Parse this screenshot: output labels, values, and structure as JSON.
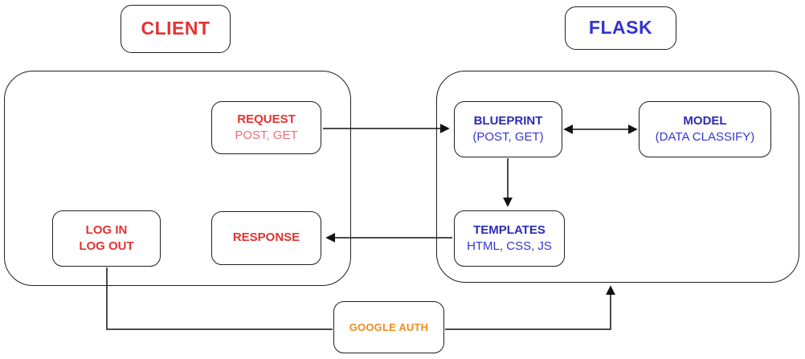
{
  "headers": {
    "client": "CLIENT",
    "flask": "FLASK"
  },
  "client": {
    "request": {
      "title": "REQUEST",
      "subtitle": "POST, GET"
    },
    "response": {
      "title": "RESPONSE"
    },
    "auth": {
      "line1": "LOG IN",
      "line2": "LOG OUT"
    }
  },
  "flask": {
    "blueprint": {
      "title": "BLUEPRINT",
      "subtitle": "(POST, GET)"
    },
    "model": {
      "title": "MODEL",
      "subtitle": "(DATA CLASSIFY)"
    },
    "templates": {
      "title": "TEMPLATES",
      "subtitle": "HTML, CSS, JS"
    }
  },
  "google_auth": {
    "title": "GOOGLE AUTH"
  },
  "colors": {
    "red_title": "#e23333",
    "red_subtitle": "#e87070",
    "blue_title": "#2b2bb8",
    "blue_subtitle": "#3434cf",
    "orange": "#ef8b1d",
    "border": "#1f1f1f"
  }
}
